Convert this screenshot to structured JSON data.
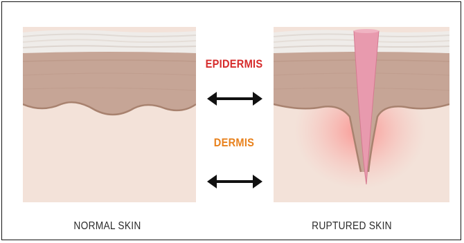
{
  "labels": {
    "epidermis": "EPIDERMIS",
    "dermis": "DERMIS",
    "normal_skin": "NORMAL SKIN",
    "ruptured_skin": "RUPTURED SKIN"
  },
  "colors": {
    "epidermis_label": "#d62a2a",
    "dermis_label": "#e8811c",
    "caption": "#2b2b2b",
    "dermis_fill": "#f1ddd3",
    "epidermis_fill": "#c9a899",
    "stratum_corneum": "#ece7e3",
    "rupture_fill": "#e89aae",
    "inflammation": "#ff6b6b"
  }
}
